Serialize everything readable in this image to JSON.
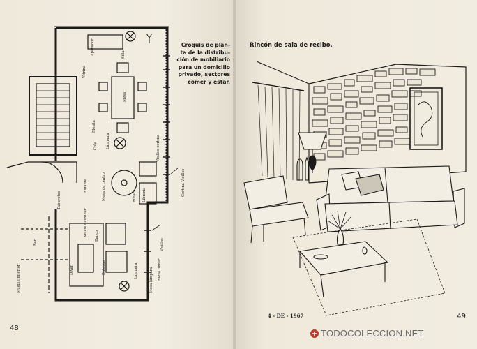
{
  "left_page": {
    "caption_lines": [
      "Croquis de plan-",
      "ta de la distribu-",
      "ción de mobiliario",
      "para un domicilio",
      "privado, sectores",
      "comer y estar."
    ],
    "page_number": "48",
    "plan_labels": {
      "aparador": "Aparador",
      "vitrina": "Vitrina",
      "silla": "Silla",
      "mesa": "Mesa",
      "mesita": "Mesita",
      "cola": "Cola",
      "lampara": "Lámpara",
      "visillos_cortina": "Visillos cortina",
      "estante": "Estante",
      "mesa_de_centro": "Mesa de centro",
      "librería": "Librería",
      "butaca": "Butaca",
      "cortina_visillos": "Cortina Visillos",
      "taburetes": "Taburetes",
      "mueble_bar": "Mueble auxiliar",
      "bar": "Bar",
      "divan": "Diván",
      "mueble_interior": "Mueble interior",
      "banco": "Banco",
      "butacas": "Butacas",
      "lampara_pie": "Lámpara",
      "mesa_lampara": "Mesa lámpara",
      "visillos": "Visillos",
      "mesa_fumar": "Mesa fumar"
    }
  },
  "right_page": {
    "title": "Rincón de sala de recibo.",
    "page_number": "49",
    "footer_mark": "4 - DE - 1967"
  },
  "watermark": {
    "text": "TODOCOLECCION.NET"
  },
  "colors": {
    "paper": "#f1ece0",
    "ink": "#1d1b1a",
    "background": "#2e2b2c",
    "watermark": "#6b6b6b"
  }
}
